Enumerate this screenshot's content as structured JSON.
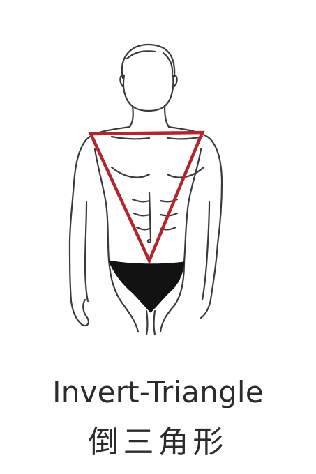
{
  "caption": {
    "title_en": "Invert-Triangle",
    "title_zh": "倒三角形"
  },
  "colors": {
    "background": "#ffffff",
    "outline": "#3a3a3a",
    "triangle": "#b3262e",
    "briefs": "#121212",
    "caption_text": "#2b2b2b"
  },
  "icons": {
    "figure": "male-body-outline",
    "shape": "inverted-triangle"
  }
}
